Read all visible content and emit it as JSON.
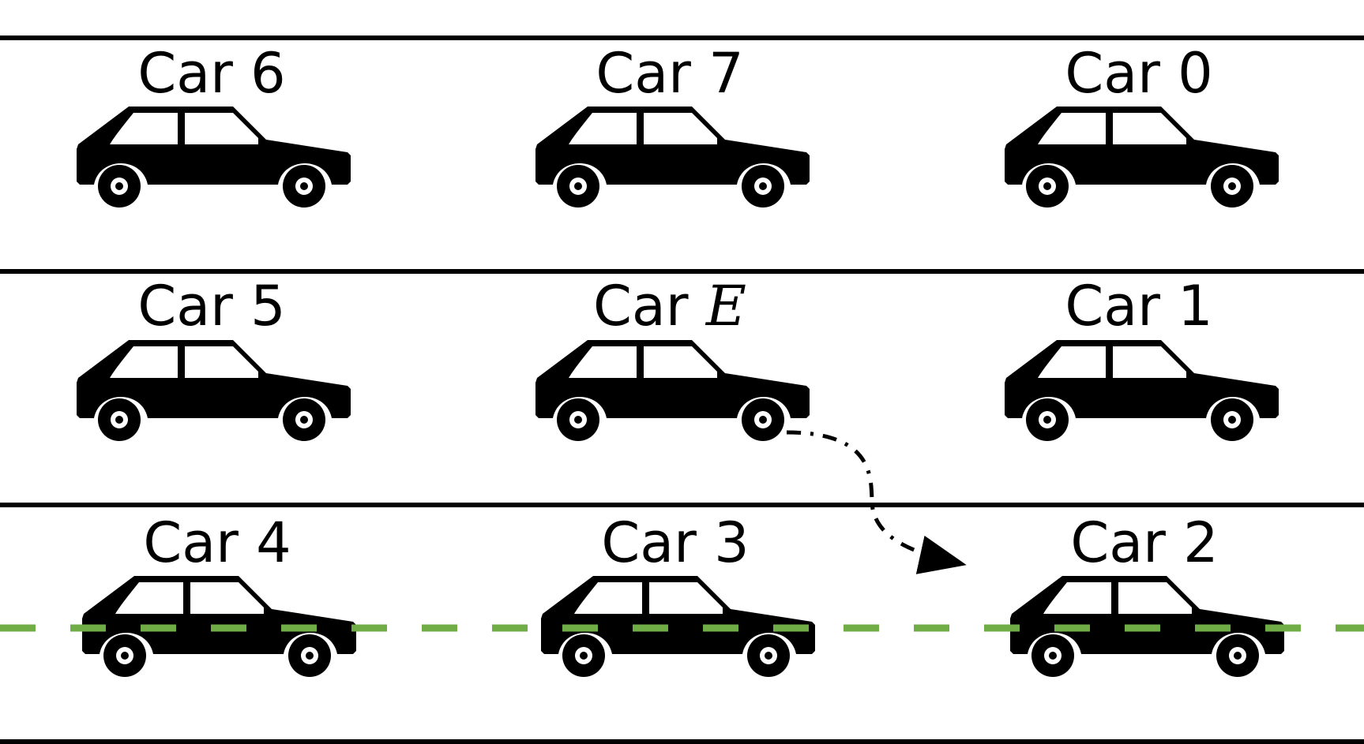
{
  "diagram": {
    "colors": {
      "lane_line": "#000000",
      "car": "#000000",
      "reference_line": "#70AD47",
      "maneuver_arrow": "#000000"
    },
    "lanes": [
      {
        "cars": [
          {
            "prefix": "Car",
            "id": "6"
          },
          {
            "prefix": "Car",
            "id": "7"
          },
          {
            "prefix": "Car",
            "id": "0"
          }
        ]
      },
      {
        "cars": [
          {
            "prefix": "Car",
            "id": "5"
          },
          {
            "prefix": "Car",
            "id": "E",
            "italic": true
          },
          {
            "prefix": "Car",
            "id": "1"
          }
        ]
      },
      {
        "cars": [
          {
            "prefix": "Car",
            "id": "4"
          },
          {
            "prefix": "Car",
            "id": "3"
          },
          {
            "prefix": "Car",
            "id": "2"
          }
        ]
      }
    ],
    "icons": {
      "car": "car-icon",
      "arrow": "lane-change-arrow"
    }
  }
}
